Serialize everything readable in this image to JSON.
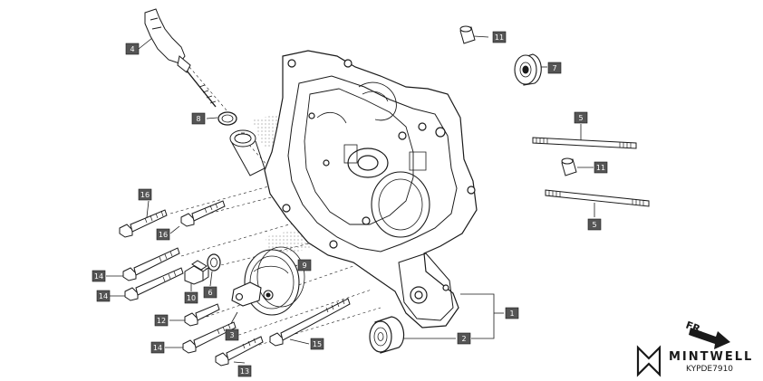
{
  "callouts": [
    "4",
    "8",
    "16",
    "16",
    "14",
    "14",
    "10",
    "6",
    "9",
    "12",
    "3",
    "14",
    "13",
    "15",
    "2",
    "1",
    "11",
    "7",
    "5",
    "11",
    "5"
  ],
  "direction_label": "FR.",
  "brand": "MINTWELL",
  "diagram_code": "KYPDE7910",
  "colors": {
    "line": "#1a1a1a",
    "callout_fill": "#555555",
    "callout_text": "#ffffff",
    "background": "#ffffff"
  }
}
